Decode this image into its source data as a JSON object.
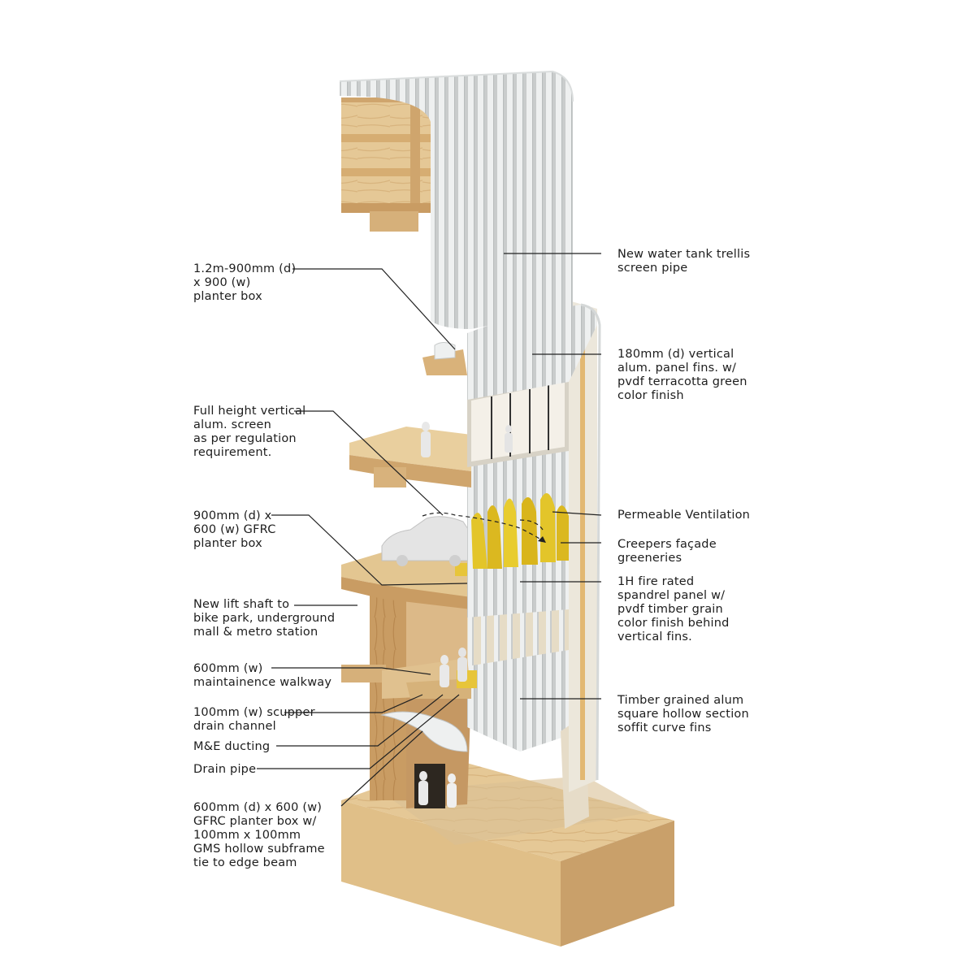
{
  "annotations": {
    "left": [
      {
        "id": "planter-box-top",
        "text": "1.2m-900mm (d)\nx 900 (w)\nplanter box"
      },
      {
        "id": "vertical-screen",
        "text": "Full height vertical\nalum. screen\nas per regulation\nrequirement."
      },
      {
        "id": "gfrc-planter-box",
        "text": "900mm (d) x\n600 (w) GFRC\nplanter box"
      },
      {
        "id": "lift-shaft",
        "text": "New lift shaft to\nbike park, underground\nmall & metro station"
      },
      {
        "id": "maintenance-walkway",
        "text": "600mm (w)\nmaintainence walkway"
      },
      {
        "id": "scupper-drain",
        "text": "100mm (w) scupper\ndrain channel"
      },
      {
        "id": "me-ducting",
        "text": "M&E ducting"
      },
      {
        "id": "drain-pipe",
        "text": "Drain pipe"
      },
      {
        "id": "gfrc-planter-subframe",
        "text": "600mm (d) x 600 (w)\nGFRC planter box w/\n100mm x 100mm\nGMS hollow subframe\ntie to edge beam"
      }
    ],
    "right": [
      {
        "id": "water-tank-trellis",
        "text": "New water tank trellis\nscreen pipe"
      },
      {
        "id": "vertical-fins",
        "text": "180mm (d) vertical\nalum. panel fins. w/\npvdf terracotta green\ncolor finish"
      },
      {
        "id": "permeable-ventilation",
        "text": "Permeable Ventilation"
      },
      {
        "id": "creepers-greeneries",
        "text": "Creepers façade\ngreeneries"
      },
      {
        "id": "spandrel-panel",
        "text": "1H fire rated\nspandrel panel w/\npvdf timber grain\ncolor finish behind\nvertical fins."
      },
      {
        "id": "soffit-fins",
        "text": "Timber grained alum\nsquare hollow section\nsoffit curve fins"
      }
    ]
  },
  "colors": {
    "timber_light": "#e8cc9a",
    "timber_mid": "#d4b07a",
    "timber_dark": "#b88a55",
    "fin_white": "#eef0f0",
    "fin_shadow": "#c9cccc",
    "greenery": "#e3c52a",
    "leader_line": "#222222"
  }
}
